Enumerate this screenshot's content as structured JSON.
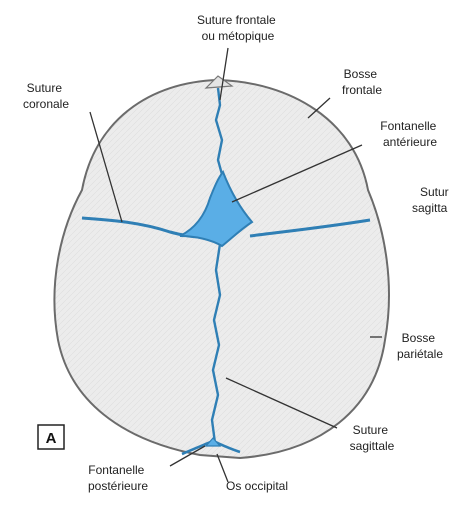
{
  "figure_letter": "A",
  "labels": {
    "suture_frontale": [
      "Suture frontale",
      "ou métopique"
    ],
    "suture_coronale": [
      "Suture",
      "coronale"
    ],
    "bosse_frontale": [
      "Bosse",
      "frontale"
    ],
    "fontanelle_anterieure": [
      "Fontanelle",
      "antérieure"
    ],
    "suture_sagittale_top": [
      "Sutur",
      "sagitta"
    ],
    "bosse_parietale": [
      "Bosse",
      "pariétale"
    ],
    "suture_sagittale_bottom": [
      "Suture",
      "sagittale"
    ],
    "fontanelle_posterieure": [
      "Fontanelle",
      "postérieure"
    ],
    "os_occipital": [
      "Os occipital"
    ]
  },
  "colors": {
    "fontanelle": "#5aaee6",
    "suture": "#2f7fb5",
    "bone": "#ebebeb",
    "outline": "#6b6b6b",
    "leader": "#333333"
  }
}
